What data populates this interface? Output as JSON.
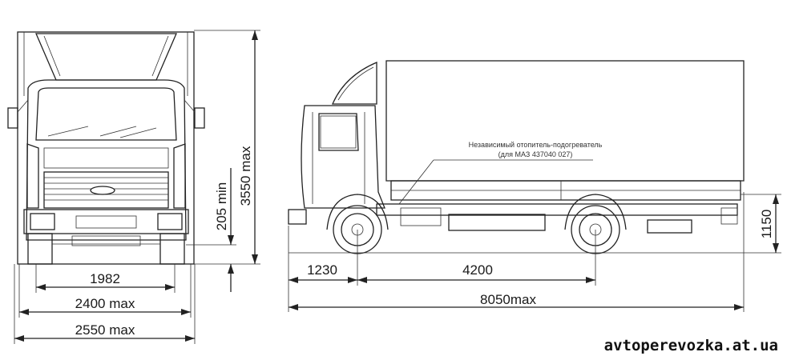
{
  "dimensions": {
    "height_total": "3550 max",
    "ground_clearance": "205 min",
    "track_front": "1982",
    "width_body": "2400 max",
    "width_total": "2550 max",
    "front_overhang": "1230",
    "wheelbase": "4200",
    "length_total": "8050max",
    "platform_height": "1150"
  },
  "annotation": {
    "line1": "Независимый отопитель-подогреватель",
    "line2": "(для МАЗ 437040 027)"
  },
  "watermark": "avtoperevozka.at.ua"
}
